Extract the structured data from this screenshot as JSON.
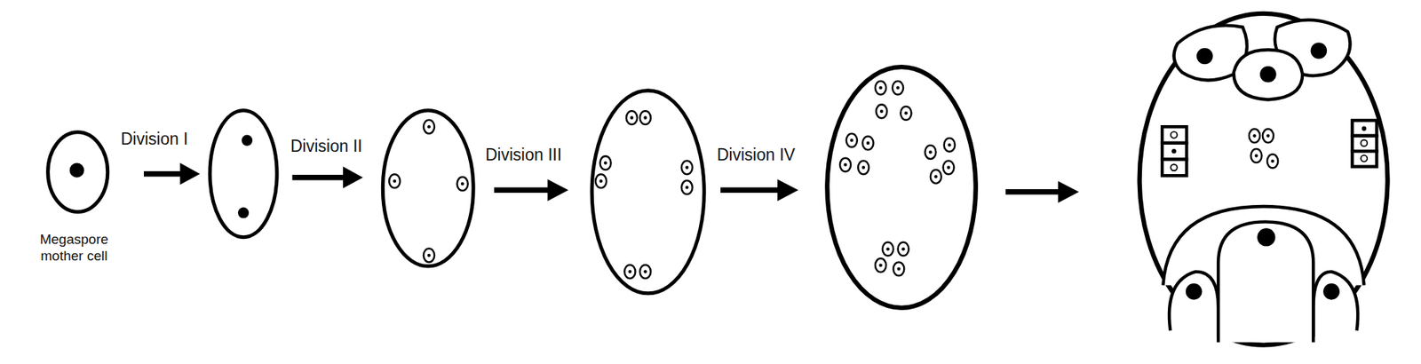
{
  "diagram": {
    "labels": [
      "Megaspore mother cell",
      "Division I",
      "Division II",
      "Division III",
      "Division IV"
    ]
  }
}
